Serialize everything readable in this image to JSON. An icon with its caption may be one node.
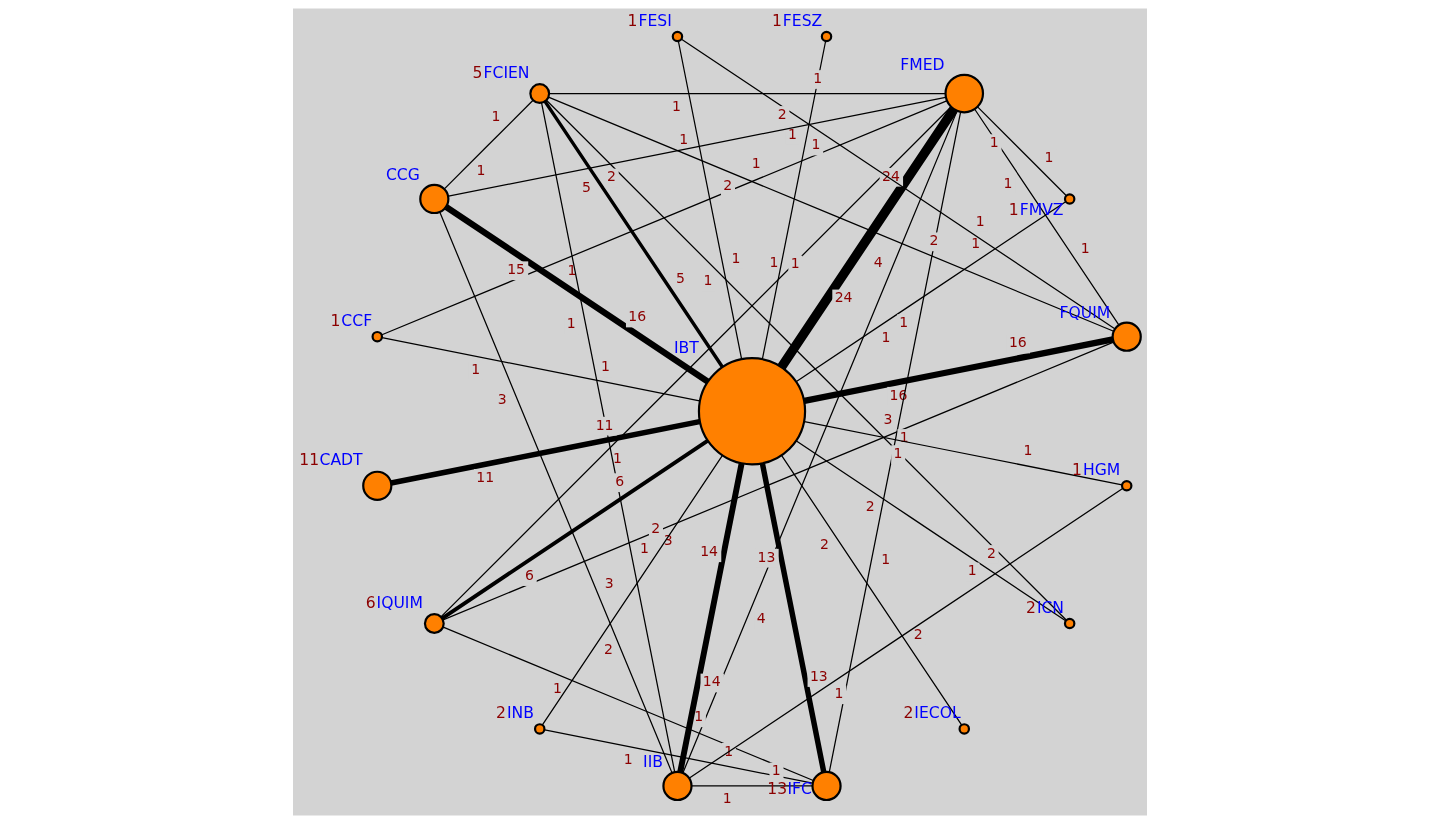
{
  "diagram": {
    "nodes": [
      {
        "text": [
          "FESI"
        ],
        "beside": [
          "1"
        ]
      },
      {
        "text": [
          "FCIEN"
        ],
        "beside": [
          "5"
        ]
      },
      {
        "text": [
          "FESZ"
        ],
        "beside": [
          "1"
        ]
      },
      {
        "text": [
          "CCG"
        ]
      },
      {
        "text": [
          "FMED"
        ]
      },
      {
        "text": [
          "CCF"
        ],
        "beside": [
          "1"
        ]
      },
      {
        "text": [
          "FMVZ"
        ],
        "beside": [
          "1"
        ]
      },
      {
        "text": [
          "CADT"
        ],
        "beside": [
          "11"
        ]
      },
      {
        "text": [
          "IBT"
        ]
      },
      {
        "text": [
          "FQUIM"
        ]
      },
      {
        "text": [
          "IQUIM"
        ],
        "beside": [
          "6"
        ]
      },
      {
        "text": [
          "HGM"
        ],
        "beside": [
          "1"
        ]
      },
      {
        "text": [
          "INB"
        ],
        "beside": [
          "2"
        ]
      },
      {
        "text": [
          "ICN"
        ],
        "beside": [
          "2"
        ]
      },
      {
        "text": [
          "IIB"
        ]
      },
      {
        "text": [
          "IECOL"
        ],
        "beside": [
          "2"
        ]
      },
      {
        "text": [
          "IFC"
        ],
        "beside": [
          "13"
        ]
      }
    ],
    "edges": [
      {
        "from": 9,
        "to": 8,
        "arrow": "none",
        "label": [
          "16",
          "16"
        ],
        "style": "thick"
      },
      {
        "from": 6,
        "to": 8,
        "arrow": "none",
        "label": [
          "1",
          "1"
        ]
      },
      {
        "from": 4,
        "to": 8,
        "arrow": "none",
        "label": [
          "24",
          "24"
        ],
        "style": "thick"
      },
      {
        "from": 2,
        "to": 8,
        "arrow": "none",
        "label": [
          "1",
          "1"
        ]
      },
      {
        "from": 0,
        "to": 8,
        "arrow": "none",
        "label": [
          "1",
          "1"
        ]
      },
      {
        "from": 1,
        "to": 8,
        "arrow": "none",
        "label": [
          "5",
          "5"
        ],
        "style": "thick"
      },
      {
        "from": 3,
        "to": 8,
        "arrow": "none",
        "label": [
          "15",
          "16"
        ],
        "style": "thick"
      },
      {
        "from": 5,
        "to": 8,
        "arrow": "none",
        "label": [
          "1",
          "1"
        ]
      },
      {
        "from": 7,
        "to": 8,
        "arrow": "none",
        "label": [
          "11",
          "11"
        ],
        "style": "thick"
      },
      {
        "from": 10,
        "to": 8,
        "arrow": "none",
        "label": [
          "6",
          "6"
        ],
        "style": "thick"
      },
      {
        "from": 12,
        "to": 8,
        "arrow": "none",
        "label": [
          "2",
          "2"
        ]
      },
      {
        "from": 14,
        "to": 8,
        "arrow": "none",
        "label": [
          "14",
          "14"
        ],
        "style": "thick"
      },
      {
        "from": 16,
        "to": 8,
        "arrow": "none",
        "label": [
          "13",
          "13"
        ],
        "style": "thick"
      },
      {
        "from": 15,
        "to": 8,
        "arrow": "none",
        "label": [
          "2",
          "2"
        ]
      },
      {
        "from": 13,
        "to": 8,
        "arrow": "none",
        "label": [
          "2",
          "2"
        ]
      },
      {
        "from": 11,
        "to": 8,
        "arrow": "none",
        "label": [
          "1",
          "1"
        ]
      },
      {
        "from": 0,
        "to": 9,
        "arrow": "none",
        "label": [
          "1",
          "1"
        ]
      },
      {
        "from": 1,
        "to": 3,
        "arrow": "none",
        "label": [
          "1",
          "1"
        ]
      },
      {
        "from": 1,
        "to": 4,
        "arrow": "none",
        "label": [
          "1",
          "1"
        ]
      },
      {
        "from": 1,
        "to": 9,
        "arrow": "none",
        "label": [
          "2",
          "2"
        ]
      },
      {
        "from": 1,
        "to": 13,
        "arrow": "none",
        "label": [
          "1",
          "1"
        ]
      },
      {
        "from": 1,
        "to": 14,
        "arrow": "none",
        "label": [
          "1",
          "1"
        ]
      },
      {
        "from": 3,
        "to": 4,
        "arrow": "none",
        "label": [
          "2",
          "2"
        ]
      },
      {
        "from": 3,
        "to": 14,
        "arrow": "none",
        "label": [
          "3",
          "3"
        ]
      },
      {
        "from": 4,
        "to": 5,
        "arrow": "none",
        "label": [
          "1",
          "1"
        ]
      },
      {
        "from": 4,
        "to": 6,
        "arrow": "none",
        "label": [
          "1",
          "1"
        ]
      },
      {
        "from": 4,
        "to": 9,
        "arrow": "none",
        "label": [
          "1",
          "1"
        ]
      },
      {
        "from": 4,
        "to": 10,
        "arrow": "none",
        "label": [
          "1",
          "1"
        ]
      },
      {
        "from": 4,
        "to": 14,
        "arrow": "none",
        "label": [
          "4",
          "4"
        ]
      },
      {
        "from": 4,
        "to": 16,
        "arrow": "none",
        "label": [
          "1",
          "1"
        ]
      },
      {
        "from": 9,
        "to": 10,
        "arrow": "none",
        "label": [
          "3",
          "3"
        ]
      },
      {
        "from": 10,
        "to": 16,
        "arrow": "none",
        "label": [
          "1",
          "1"
        ]
      },
      {
        "from": 11,
        "to": 14,
        "arrow": "none",
        "label": [
          "1",
          "1"
        ]
      },
      {
        "from": 12,
        "to": 16,
        "arrow": "none",
        "label": [
          "1",
          "1"
        ]
      },
      {
        "from": 14,
        "to": 16,
        "arrow": "none",
        "label": [
          "1",
          "1"
        ]
      }
    ]
  }
}
